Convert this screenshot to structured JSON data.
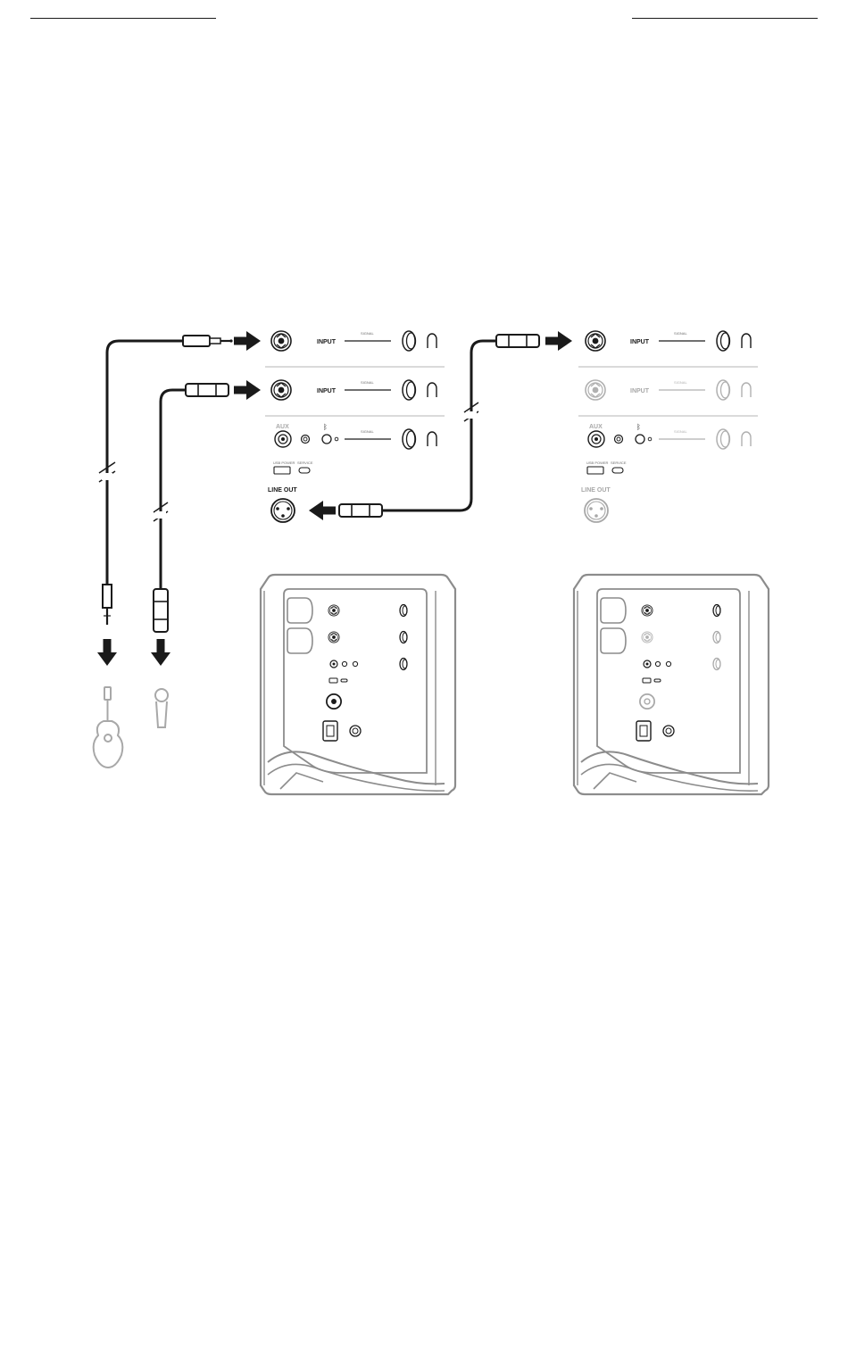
{
  "panels": {
    "left": {
      "input1_label": "INPUT",
      "input2_label": "INPUT",
      "signal1_label": "SIGNAL",
      "signal2_label": "SIGNAL",
      "signal3_label": "SIGNAL",
      "aux_label": "AUX",
      "usb_label": "USB POWER",
      "service_label": "SERVICE",
      "line_out_label": "LINE OUT"
    },
    "right": {
      "input1_label": "INPUT",
      "input2_label": "INPUT",
      "signal1_label": "SIGNAL",
      "signal2_label": "SIGNAL",
      "signal3_label": "SIGNAL",
      "aux_label": "AUX",
      "usb_label": "USB POWER",
      "service_label": "SERVICE",
      "line_out_label": "LINE OUT"
    }
  },
  "icons": [
    "guitar-icon",
    "microphone-icon",
    "bluetooth-icon",
    "arrow-icon",
    "speaker-icon"
  ],
  "colors": {
    "ink": "#1a1a1a",
    "panel_grey": "#b0b0b0",
    "speaker_grey": "#8c8c8c"
  }
}
